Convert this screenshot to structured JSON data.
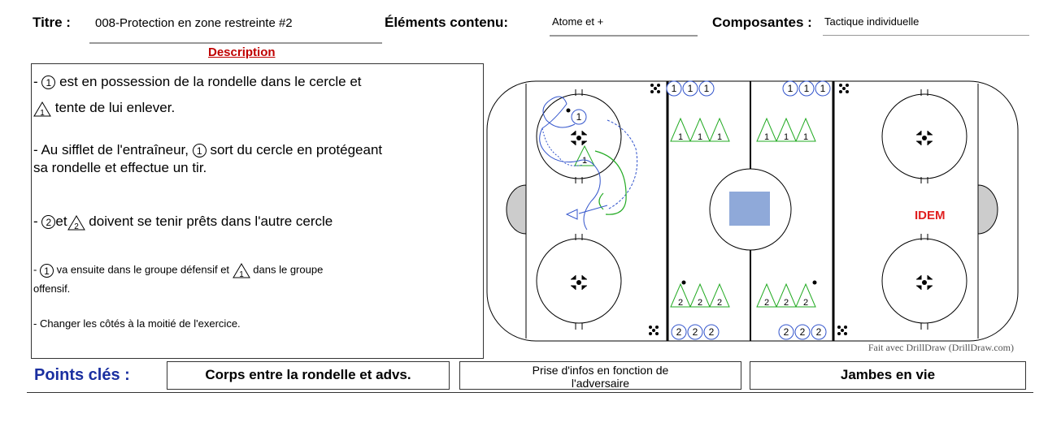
{
  "header": {
    "title_label": "Titre :",
    "title_value": "008-Protection en zone restreinte #2",
    "elements_label": "Éléments contenu:",
    "elements_value": "Atome et +",
    "composantes_label": "Composantes :",
    "composantes_value": "Tactique individuelle"
  },
  "description": {
    "heading": "Description",
    "lines": [
      " - ",
      " est en possession de la rondelle dans le cercle et",
      " tente de lui enlever.",
      "- Au sifflet de l'entraîneur, ",
      " sort du cercle en protégeant",
      "sa rondelle et effectue un tir.",
      "- ",
      "et",
      " doivent se tenir prêts dans l'autre cercle",
      "- ",
      " va ensuite dans le groupe défensif et ",
      " dans le groupe",
      "offensif.",
      "- Changer les côtés à la moitié de l'exercice."
    ],
    "symbols": {
      "one": "1",
      "two": "2"
    }
  },
  "rink": {
    "idem": "IDEM",
    "credit": "Fait avec DrillDraw (DrillDraw.com)",
    "colors": {
      "line": "#000000",
      "triangle": "#22aa22",
      "player": "#3355cc",
      "idem": "#e02020",
      "crease": "#cccccc"
    }
  },
  "key_points": {
    "label": "Points clés :",
    "items": [
      "Corps entre la rondelle et advs.",
      "Prise d'infos en fonction de l'adversaire",
      "Jambes en vie"
    ]
  }
}
